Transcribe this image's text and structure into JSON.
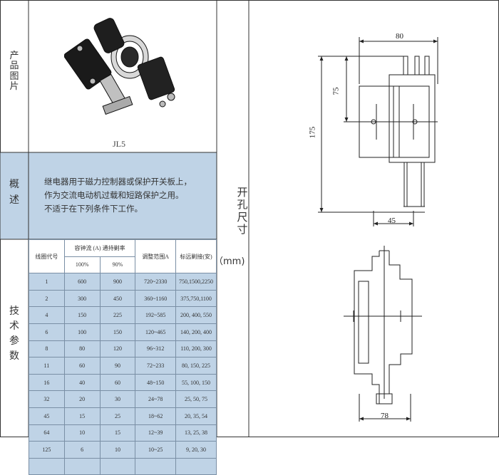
{
  "labels": {
    "photo": [
      "产",
      "品",
      "图",
      "片"
    ],
    "overview": [
      "概",
      "述"
    ],
    "tech": [
      "技",
      "术",
      "参",
      "数"
    ]
  },
  "product": {
    "model": "JL5"
  },
  "overview": {
    "lines": [
      "继电器用于磁力控制器或保护开关板上，",
      "作为交流电动机过载和短路保护之用。",
      "不适于在下列条件下工作。"
    ]
  },
  "spec_table": {
    "headers": {
      "coil_code": "线圈代号",
      "duty_group": "容钟流 (A) 通持剿率",
      "duty_100": "100%",
      "duty_90": "90%",
      "adjust_range": "调整范围A",
      "nominal_setting": "标远剿接(安)"
    },
    "rows": [
      {
        "code": "1",
        "d100": "600",
        "d90": "900",
        "range": "720~2330",
        "setting": "750,1500,2250"
      },
      {
        "code": "2",
        "d100": "300",
        "d90": "450",
        "range": "360~1160",
        "setting": "375,750,1100"
      },
      {
        "code": "4",
        "d100": "150",
        "d90": "225",
        "range": "192~585",
        "setting": "200, 400, 550"
      },
      {
        "code": "6",
        "d100": "100",
        "d90": "150",
        "range": "120~465",
        "setting": "140, 200, 400"
      },
      {
        "code": "8",
        "d100": "80",
        "d90": "120",
        "range": "96~312",
        "setting": "110, 200, 300"
      },
      {
        "code": "11",
        "d100": "60",
        "d90": "90",
        "range": "72~233",
        "setting": "80, 150, 225"
      },
      {
        "code": "16",
        "d100": "40",
        "d90": "60",
        "range": "48~150",
        "setting": "55, 100, 150"
      },
      {
        "code": "32",
        "d100": "20",
        "d90": "30",
        "range": "24~78",
        "setting": "25, 50, 75"
      },
      {
        "code": "45",
        "d100": "15",
        "d90": "25",
        "range": "18~62",
        "setting": "20, 35, 54"
      },
      {
        "code": "64",
        "d100": "10",
        "d90": "15",
        "range": "12~39",
        "setting": "13, 25, 38"
      },
      {
        "code": "125",
        "d100": "6",
        "d90": "10",
        "range": "10~25",
        "setting": "9, 20, 30"
      },
      {
        "code": "",
        "d100": "",
        "d90": "",
        "range": "",
        "setting": ""
      }
    ]
  },
  "dimensions": {
    "section_label": [
      "开",
      "孔",
      "尺",
      "寸"
    ],
    "unit": "（mm)",
    "top_width": "80",
    "top_height_inner": "75",
    "top_height_total": "175",
    "top_bottom_width": "45",
    "bottom_width": "78"
  },
  "colors": {
    "panel_blue": "#bfd3e6",
    "line": "#333333"
  }
}
